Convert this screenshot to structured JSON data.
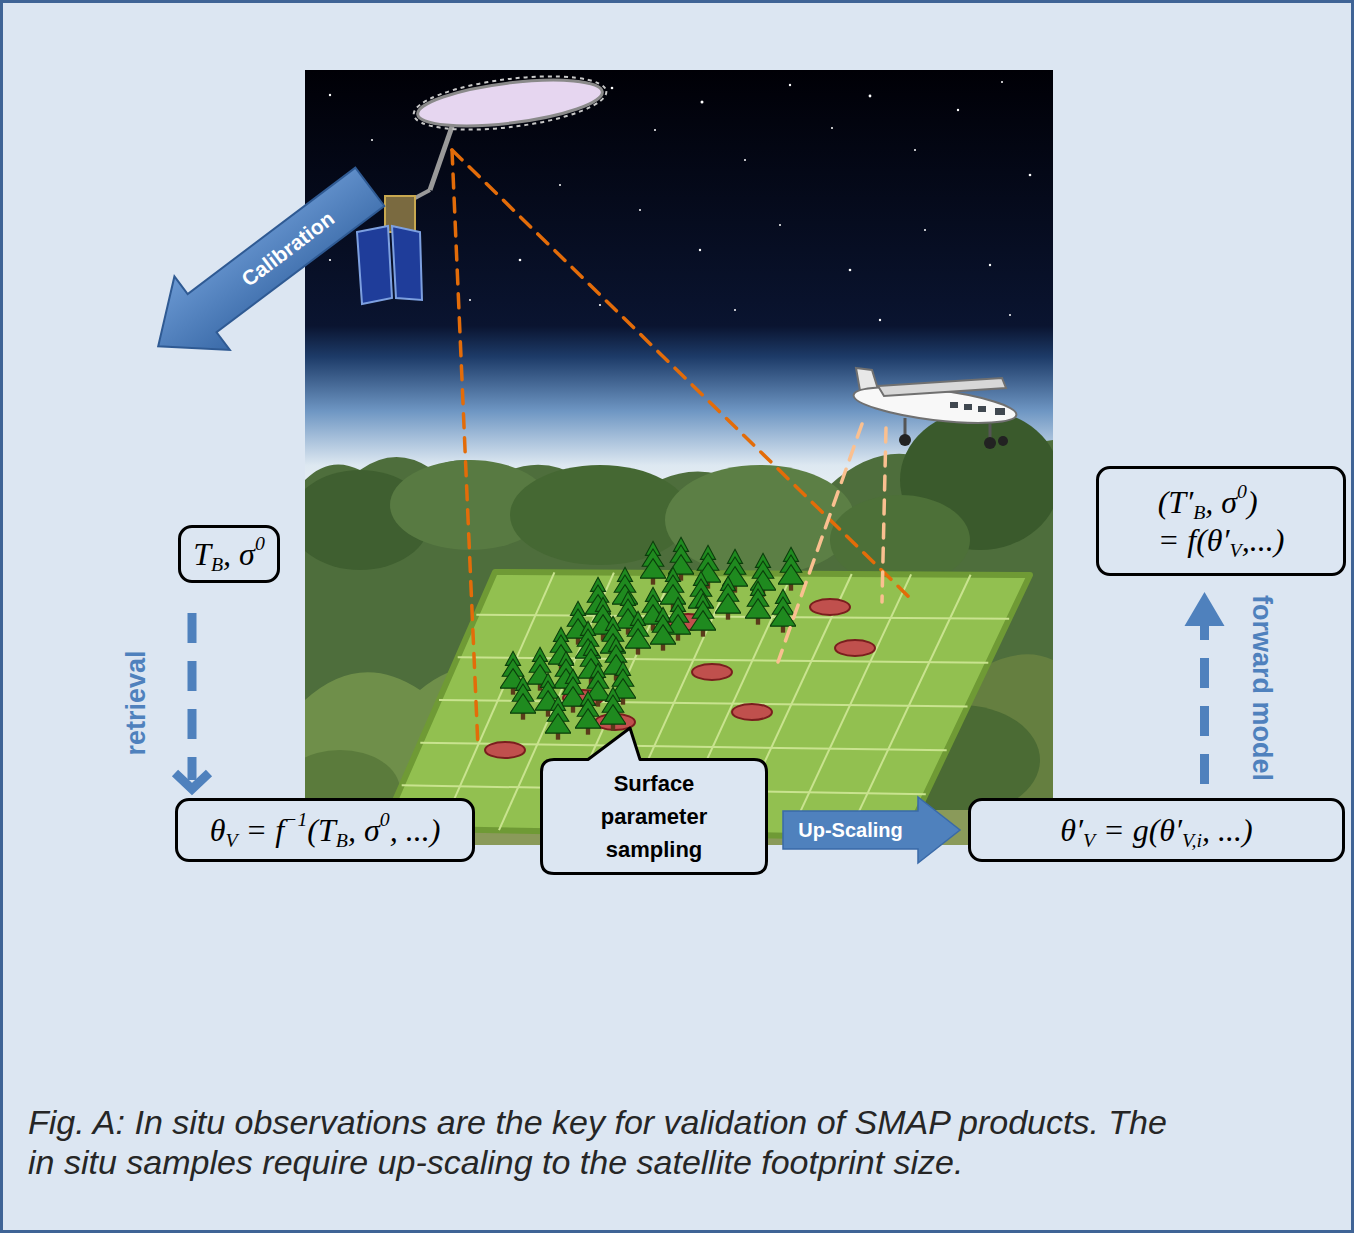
{
  "diagram": {
    "caption": "Fig. A: In situ observations are the key for validation of SMAP products. The in situ samples require up-scaling to the satellite footprint size.",
    "nodes": [
      {
        "text": [
          "TB, σ0"
        ]
      },
      {
        "text": [
          "θV = f−1(TB, σ0, ...)"
        ]
      },
      {
        "text": [
          "Surface parameter sampling"
        ]
      },
      {
        "text": [
          "θ′V = g(θ′V,i, ...)"
        ]
      },
      {
        "text": [
          "(T′B, σ0) = f(θ′V,...)"
        ]
      }
    ],
    "edges": [
      {
        "from": 0,
        "to": 1,
        "label": "retrieval",
        "arrow": "to"
      },
      {
        "from": 2,
        "to": 3,
        "label": "Up-Scaling",
        "arrow": "to"
      },
      {
        "from": 3,
        "to": 4,
        "label": "forward model",
        "arrow": "to"
      }
    ],
    "labels": [
      "Calibration"
    ]
  }
}
